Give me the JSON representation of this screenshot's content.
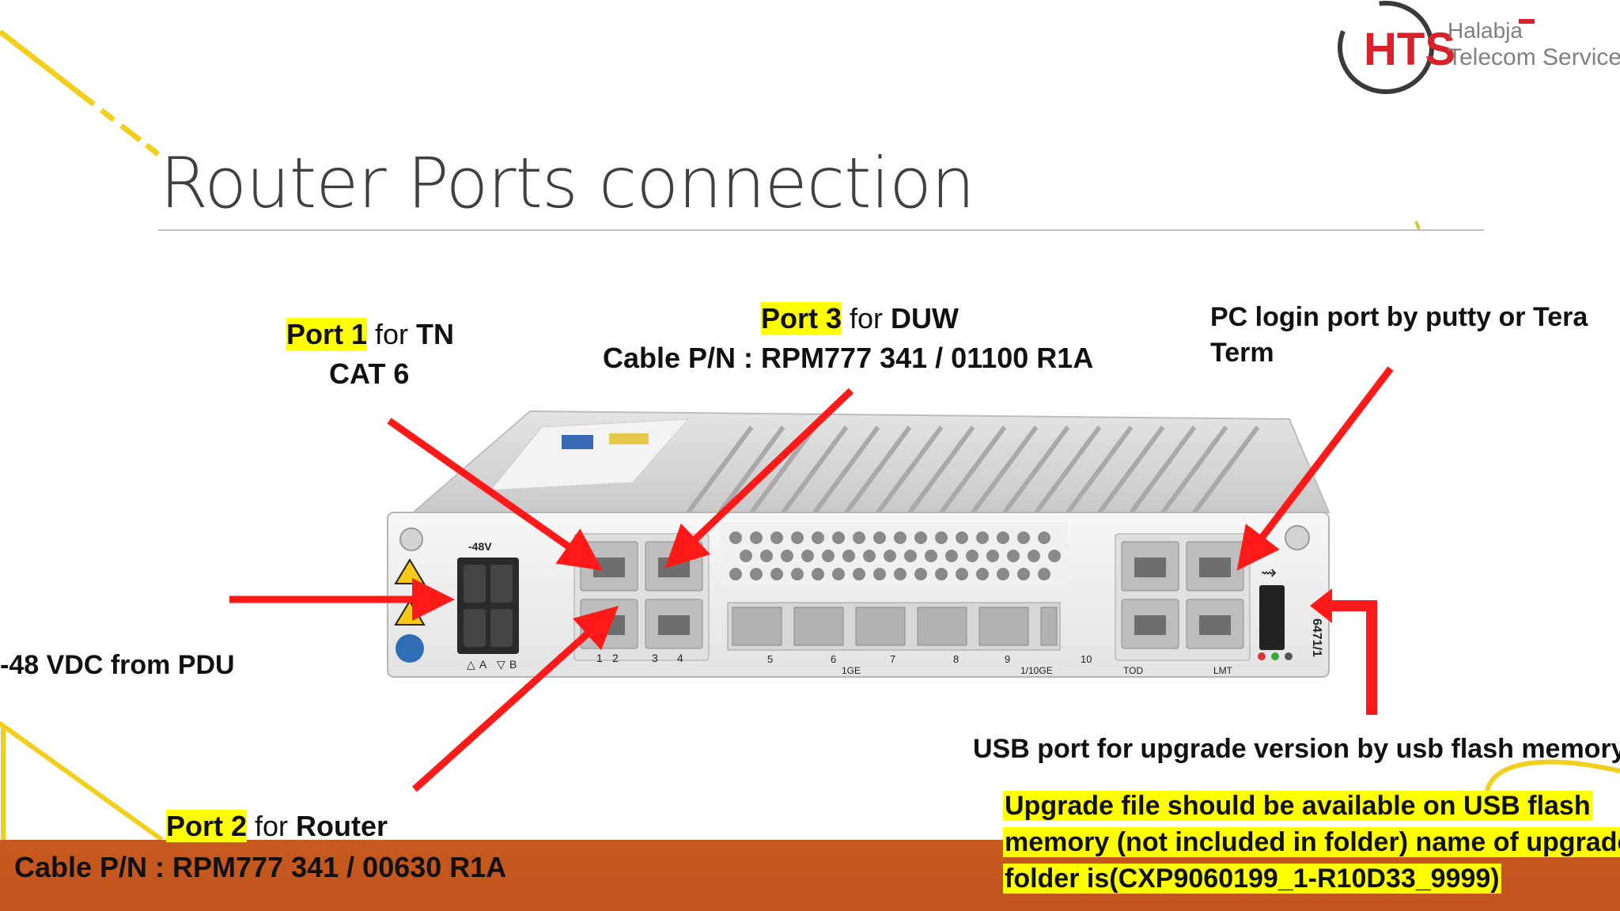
{
  "slide": {
    "title": "Router Ports connection"
  },
  "logo": {
    "brand": "HTS",
    "line1": "Halabja",
    "line2": "Telecom Services"
  },
  "labels": {
    "port1": {
      "hl": "Port 1",
      "rest": " for ",
      "bold": "TN",
      "line2": "CAT 6"
    },
    "port3": {
      "hl": "Port 3",
      "rest": " for ",
      "bold": "DUW",
      "line2": "Cable P/N : RPM777 341 / 01100 R1A"
    },
    "pc_login": {
      "line1": "PC login port by putty or Tera",
      "line2": "Term"
    },
    "power": "-48 VDC from PDU",
    "usb": "USB port for upgrade version by usb flash memory",
    "port2": {
      "hl": "Port 2",
      "rest": " for ",
      "bold": "Router"
    },
    "cable2": "Cable P/N : RPM777 341 / 00630 R1A",
    "upgrade_note": [
      "Upgrade file should be available on USB flash",
      "memory (not included in folder) name of upgrade",
      "folder is(CXP9060199_1-R10D33_9999)"
    ]
  },
  "router": {
    "power_label": "-48V",
    "power_a": "A",
    "power_b": "B",
    "port_labels": [
      "1",
      "2",
      "3",
      "4"
    ],
    "sfp_labels": [
      "5",
      "6",
      "7",
      "8",
      "9",
      "10"
    ],
    "group_1ge": "1GE",
    "group_10ge": "1/10GE",
    "right_labels": [
      "TOD",
      "LMT"
    ],
    "model": "6471/1"
  },
  "colors": {
    "arrow": "#ff1a1a",
    "highlight": "#ffff00",
    "footer": "#c4571f",
    "accent_yellow": "#f2cf1d"
  }
}
